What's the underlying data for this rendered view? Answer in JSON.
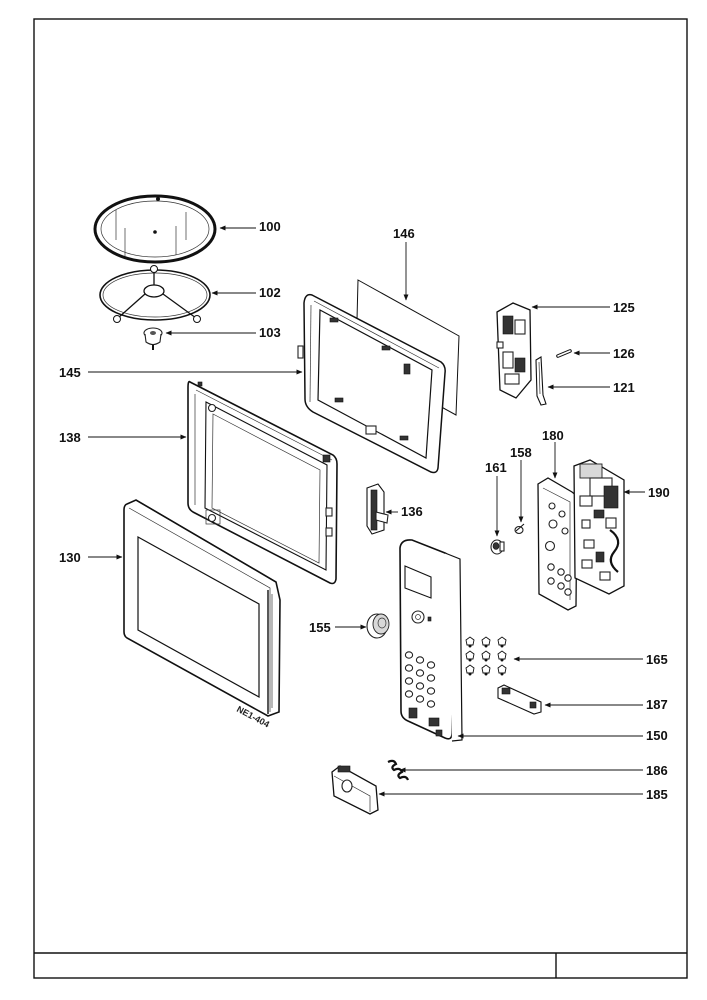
{
  "diagram": {
    "model_text": "NE1-404",
    "parts": [
      {
        "id": "p100",
        "label": "100"
      },
      {
        "id": "p102",
        "label": "102"
      },
      {
        "id": "p103",
        "label": "103"
      },
      {
        "id": "p146",
        "label": "146"
      },
      {
        "id": "p145",
        "label": "145"
      },
      {
        "id": "p138",
        "label": "138"
      },
      {
        "id": "p130",
        "label": "130"
      },
      {
        "id": "p136",
        "label": "136"
      },
      {
        "id": "p155",
        "label": "155"
      },
      {
        "id": "p125",
        "label": "125"
      },
      {
        "id": "p126",
        "label": "126"
      },
      {
        "id": "p121",
        "label": "121"
      },
      {
        "id": "p180",
        "label": "180"
      },
      {
        "id": "p158",
        "label": "158"
      },
      {
        "id": "p161",
        "label": "161"
      },
      {
        "id": "p190",
        "label": "190"
      },
      {
        "id": "p165",
        "label": "165"
      },
      {
        "id": "p187",
        "label": "187"
      },
      {
        "id": "p150",
        "label": "150"
      },
      {
        "id": "p186",
        "label": "186"
      },
      {
        "id": "p185",
        "label": "185"
      }
    ]
  },
  "title_block": {
    "main_cell": "",
    "side_cell": ""
  }
}
